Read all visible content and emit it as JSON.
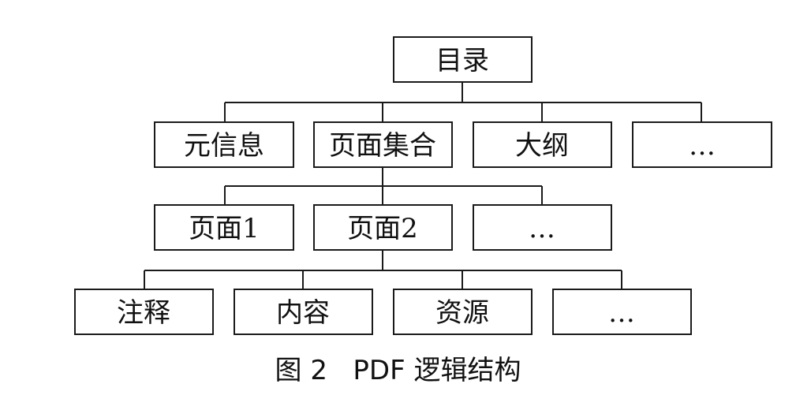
{
  "diagram": {
    "root": "目录",
    "level1": [
      "元信息",
      "页面集合",
      "大纲",
      "…"
    ],
    "level2": [
      "页面1",
      "页面2",
      "…"
    ],
    "level3": [
      "注释",
      "内容",
      "资源",
      "…"
    ]
  },
  "caption": "图 2   PDF 逻辑结构"
}
